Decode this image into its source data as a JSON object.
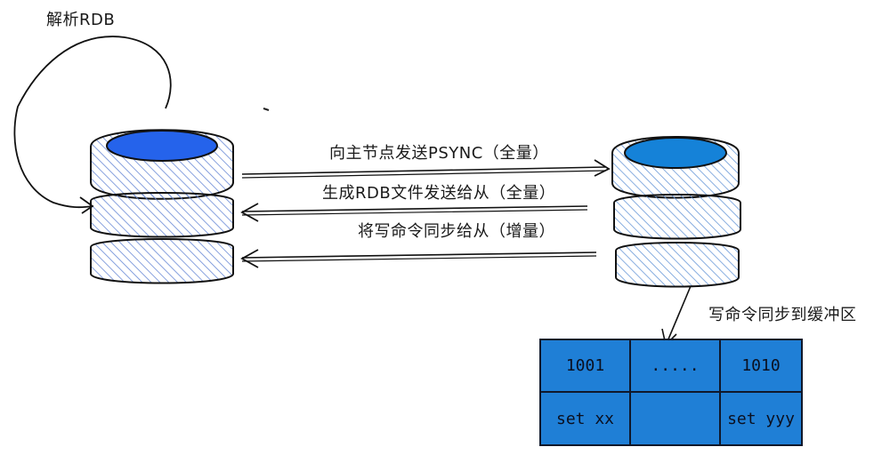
{
  "labels": {
    "parse_rdb": "解析RDB",
    "send_psync": "向主节点发送PSYNC（全量）",
    "gen_rdb": "生成RDB文件发送给从（全量）",
    "sync_write": "将写命令同步给从（增量）",
    "write_buffer": "写命令同步到缓冲区"
  },
  "buffer": {
    "cells": [
      "1001",
      ".....",
      "1010",
      "set xx",
      "",
      "set yyy"
    ]
  },
  "colors": {
    "master_top": "#2563eb",
    "slave_top": "#1582d8",
    "hatch": "#6a8ad6",
    "buffer_fill": "#1f7fd6"
  }
}
